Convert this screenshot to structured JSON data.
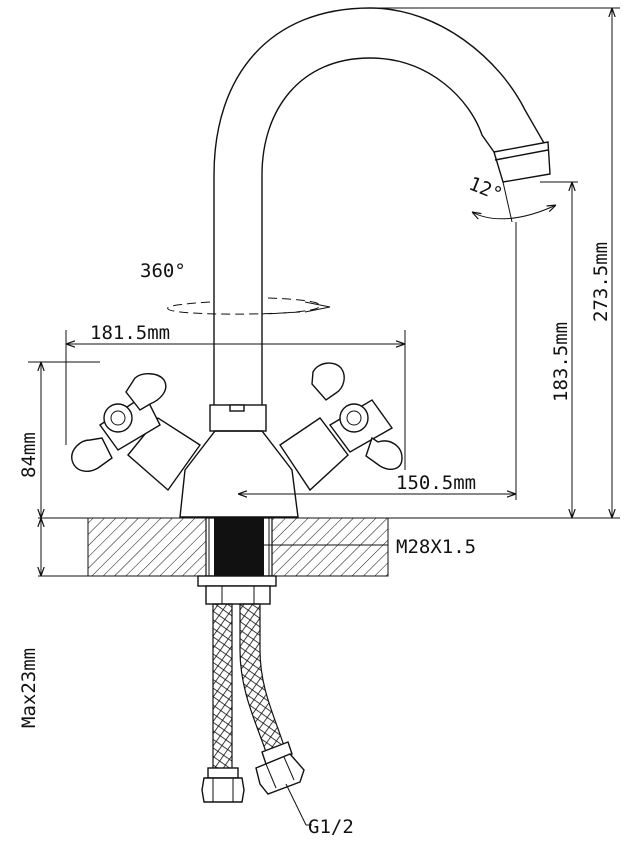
{
  "labels": {
    "rotation": "360°",
    "spout_angle": "12°",
    "handle_width": "181.5mm",
    "base_height": "84mm",
    "spout_reach": "150.5mm",
    "spout_height": "183.5mm",
    "total_height": "273.5mm",
    "thread": "M28X1.5",
    "max_thickness": "Max23mm",
    "hose_thread": "G1/2"
  }
}
